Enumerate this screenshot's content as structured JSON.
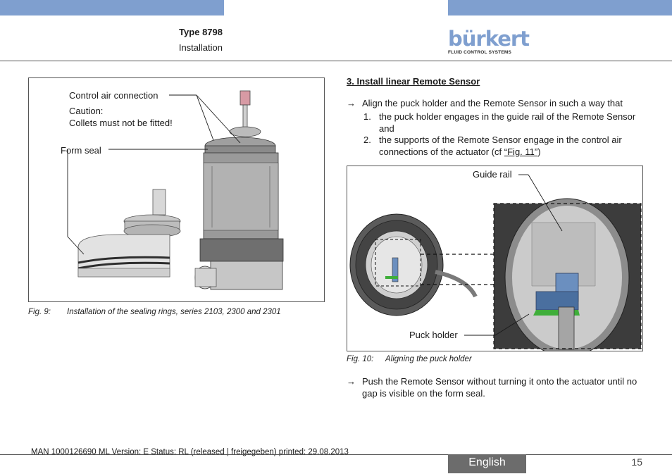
{
  "header": {
    "doc_type": "Type 8798",
    "doc_section": "Installation",
    "logo_word": "bürkert",
    "logo_tagline": "FLUID CONTROL SYSTEMS",
    "accent_color": "#7f9fcf"
  },
  "figure9": {
    "callout_control_air": "Control air connection",
    "callout_caution": "Caution:",
    "callout_collets": "Collets must not be fitted!",
    "callout_form_seal": "Form seal",
    "caption_number": "Fig. 9:",
    "caption_text": "Installation of the sealing rings, series 2103, 2300 and 2301"
  },
  "section": {
    "heading": "3. Install linear Remote Sensor",
    "step1_arrow": "→",
    "step1_text": "Align the puck holder and the Remote Sensor in such a way that",
    "items": [
      {
        "num": "1.",
        "text": "the puck holder engages in the guide rail of the Remote Sensor and"
      },
      {
        "num": "2.",
        "text_before": "the supports of the Remote Sensor engage in the control air connections of the actuator (cf ",
        "link": "“Fig. 11”",
        "text_after": ")"
      }
    ],
    "step2_arrow": "→",
    "step2_text": "Push the Remote Sensor without turning it onto the actuator until no gap is visible on the form seal."
  },
  "figure10": {
    "callout_guide_rail": "Guide rail",
    "callout_puck_holder": "Puck holder",
    "caption_number": "Fig. 10:",
    "caption_text": "Aligning the puck holder",
    "highlight_color": "#3fae3a"
  },
  "footer": {
    "man_line": "MAN  1000126690  ML  Version: E Status: RL (released | freigegeben)  printed: 29.08.2013",
    "language": "English",
    "page_number": "15"
  }
}
